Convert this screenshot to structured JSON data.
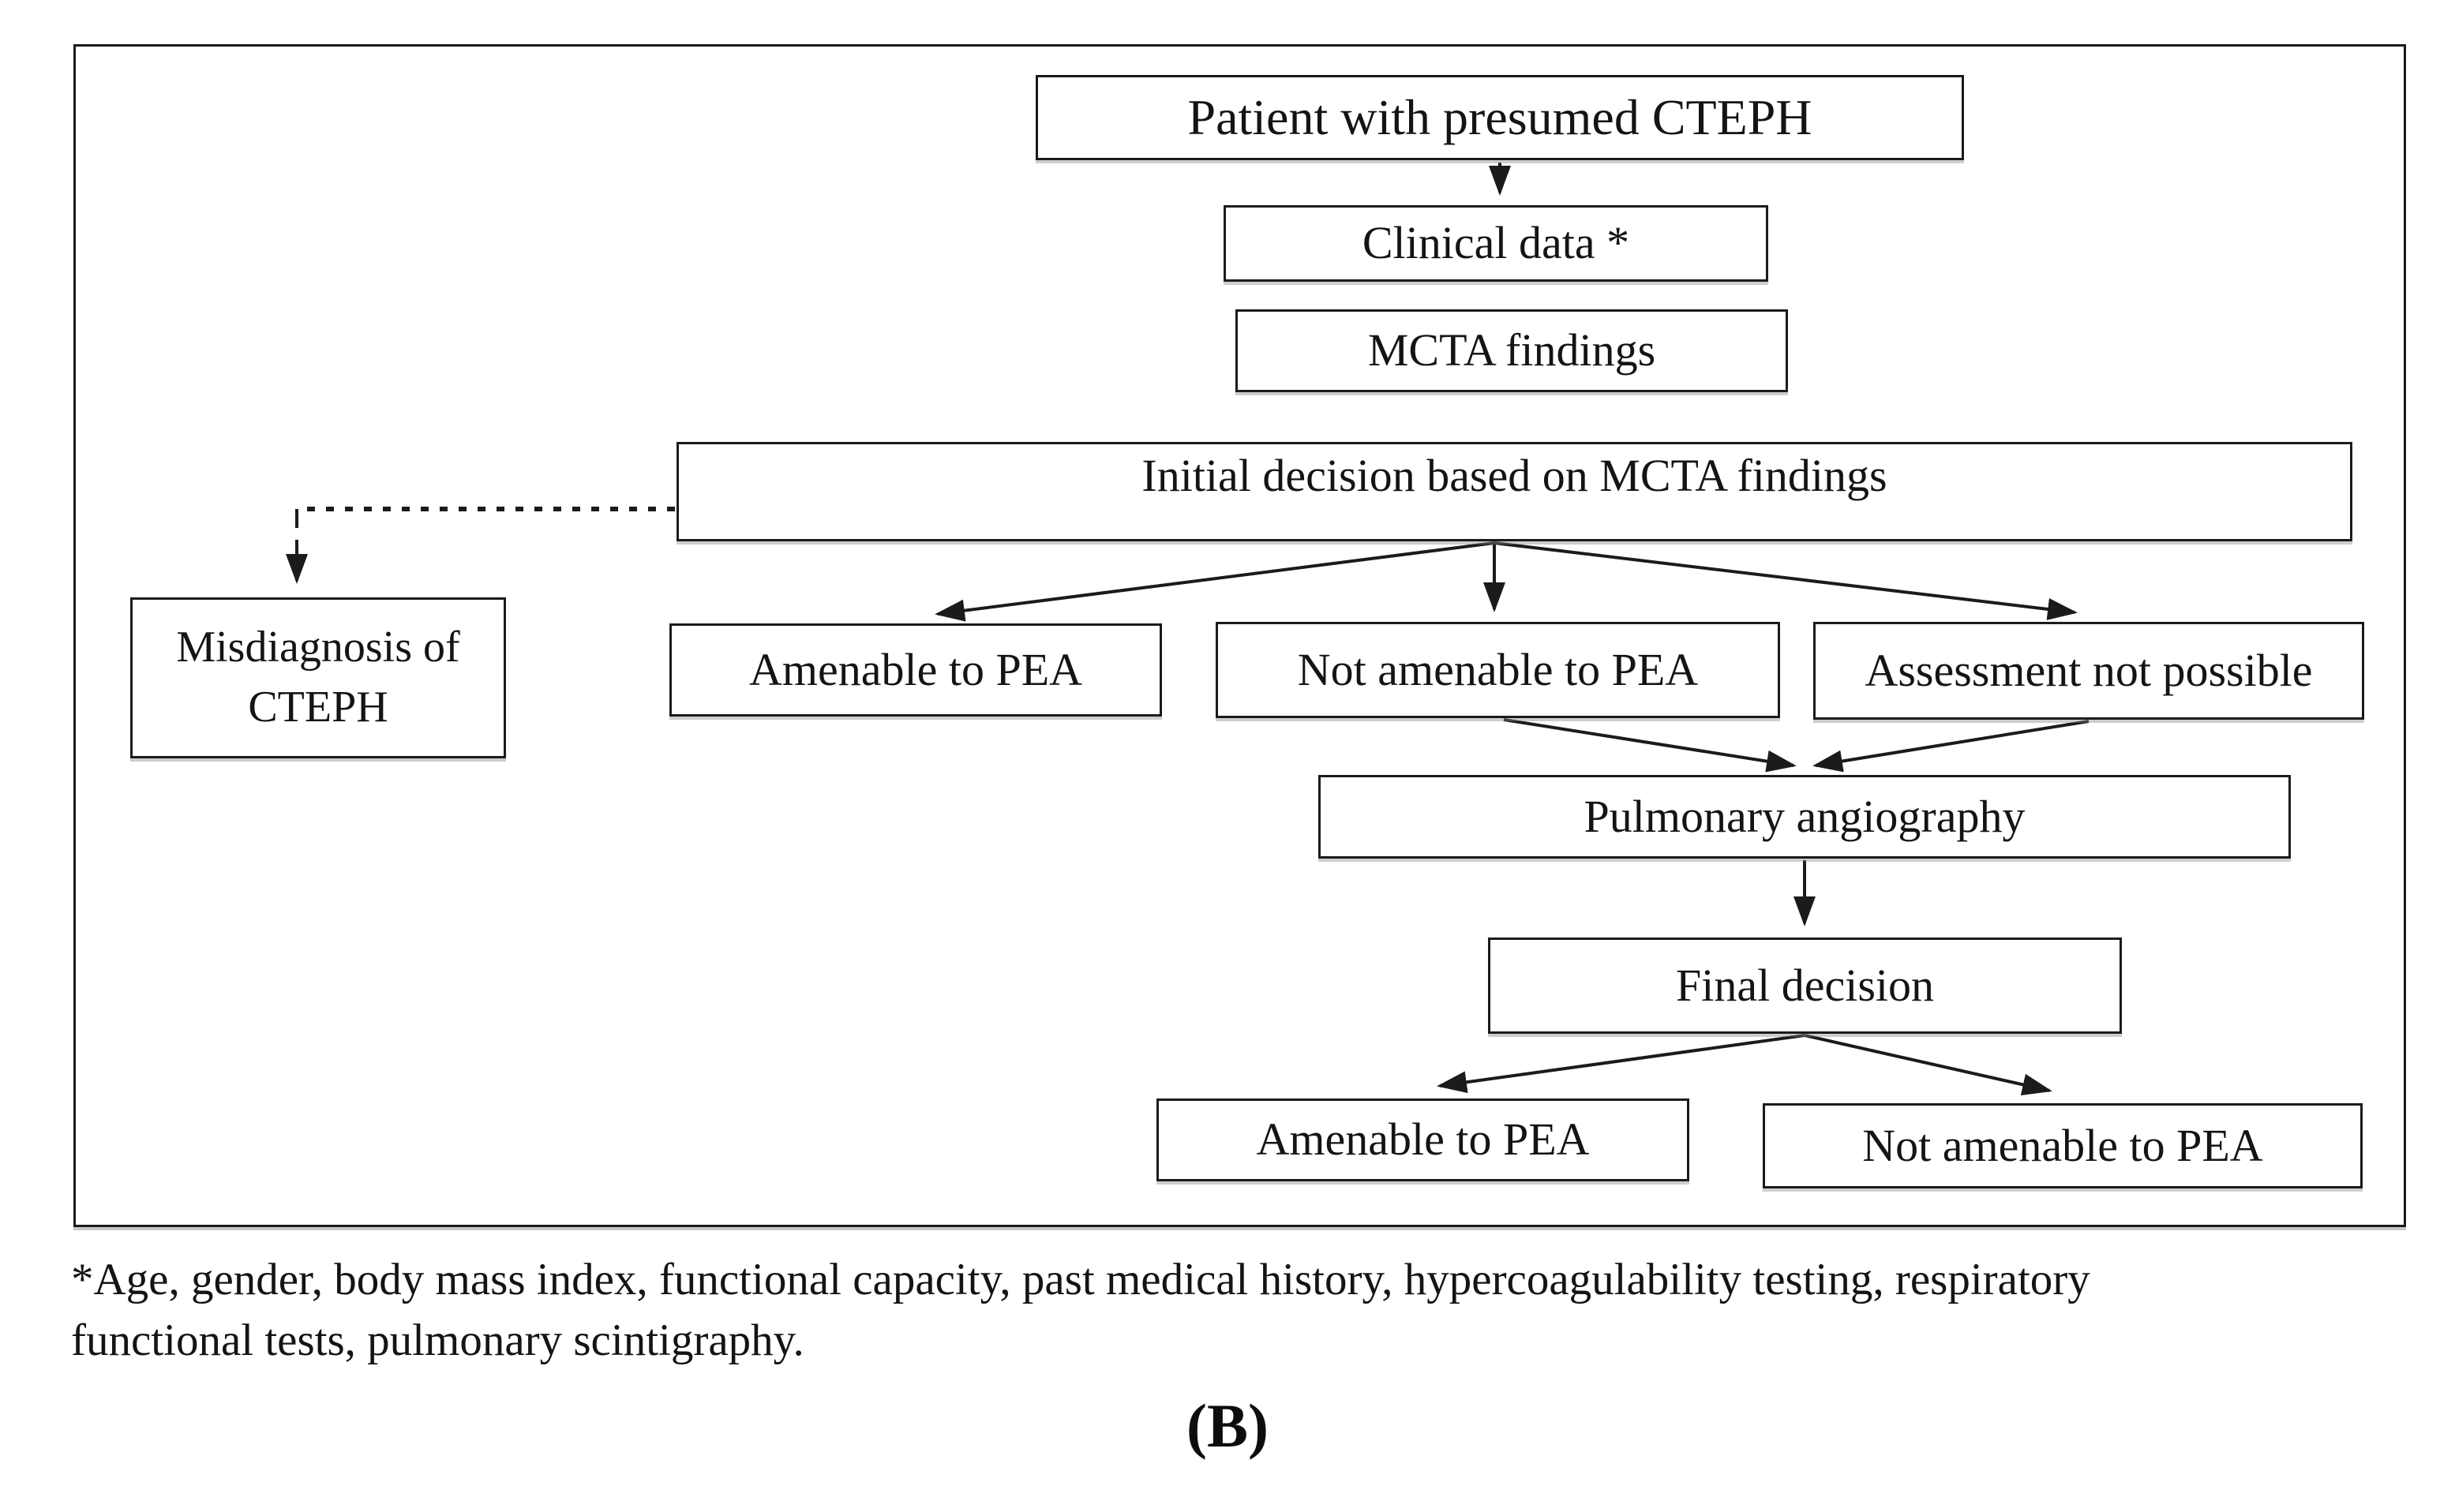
{
  "figure": {
    "panel_label": "(B)",
    "footnote": {
      "line1": "*Age, gender, body mass index, functional capacity, past medical history, hypercoagulability testing, respiratory",
      "line2": "functional tests, pulmonary scintigraphy."
    },
    "nodes": {
      "patient": "Patient with presumed CTEPH",
      "clinical": "Clinical data *",
      "mcta": "MCTA findings",
      "initial": "Initial decision based on MCTA findings",
      "misdiagnosis": "Misdiagnosis of CTEPH",
      "amenable_initial": "Amenable to PEA",
      "not_amenable_initial": "Not amenable to PEA",
      "assessment": "Assessment not possible",
      "pulmonary": "Pulmonary angiography",
      "final": "Final decision",
      "amenable_final": "Amenable to PEA",
      "not_amenable_final": "Not amenable to PEA"
    },
    "colors": {
      "ink": "#1b1b1b",
      "background": "#ffffff"
    }
  }
}
